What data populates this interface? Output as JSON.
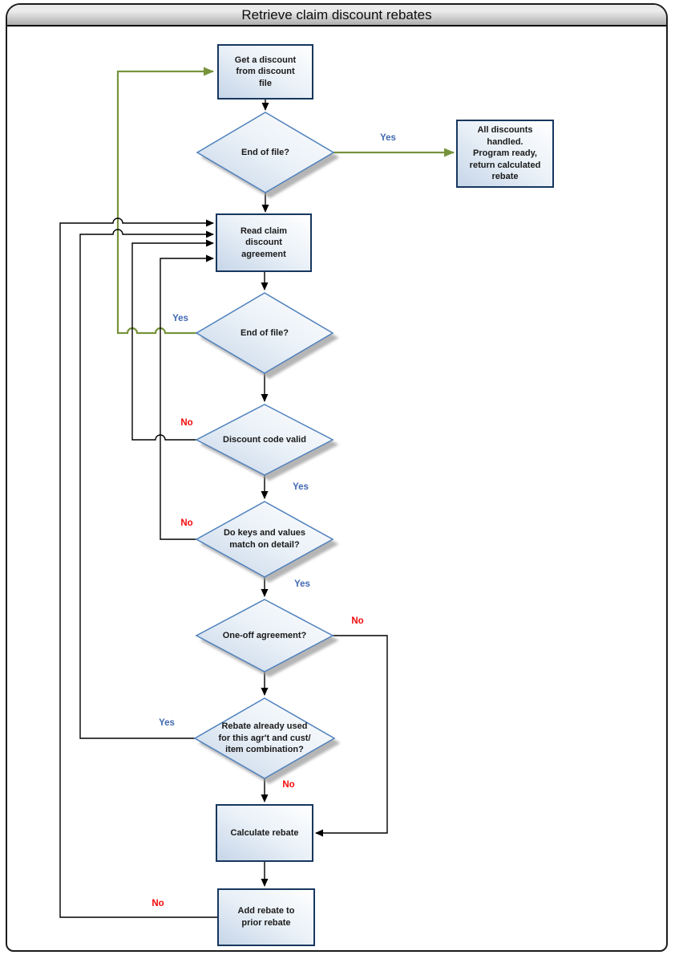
{
  "title": "Retrieve claim discount rebates",
  "nodes": {
    "get_discount": {
      "label": "Get a discount\nfrom discount\nfile"
    },
    "eof1": {
      "label": "End of file?"
    },
    "all_done": {
      "label": "All discounts\nhandled.\nProgram ready,\nreturn calculated\nrebate"
    },
    "read_claim": {
      "label": "Read claim\ndiscount\nagreement"
    },
    "eof2": {
      "label": "End of file?"
    },
    "code_valid": {
      "label": "Discount code valid"
    },
    "keys_match": {
      "label": "Do keys and values\nmatch on detail?"
    },
    "one_off": {
      "label": "One-off agreement?"
    },
    "rebate_used": {
      "label": "Rebate already used\nfor this agr't and cust/\nitem combination?"
    },
    "calc_rebate": {
      "label": "Calculate rebate"
    },
    "add_rebate": {
      "label": "Add rebate to\nprior rebate"
    }
  },
  "edge_labels": {
    "eof1_yes": "Yes",
    "eof2_yes": "Yes",
    "code_valid_no": "No",
    "code_valid_yes": "Yes",
    "keys_match_no": "No",
    "keys_match_yes": "Yes",
    "one_off_no": "No",
    "rebate_used_yes": "Yes",
    "rebate_used_no": "No",
    "add_rebate_no": "No"
  },
  "colors": {
    "process_border": "#17375E",
    "decision_border": "#4F81BD",
    "shape_fill_light": "#FFFFFF",
    "shape_fill_dark": "#C5D5E8",
    "connector": "#000000",
    "loop_connector": "#77933C",
    "yes_label": "#4169B1",
    "no_label": "#F40B0B"
  }
}
